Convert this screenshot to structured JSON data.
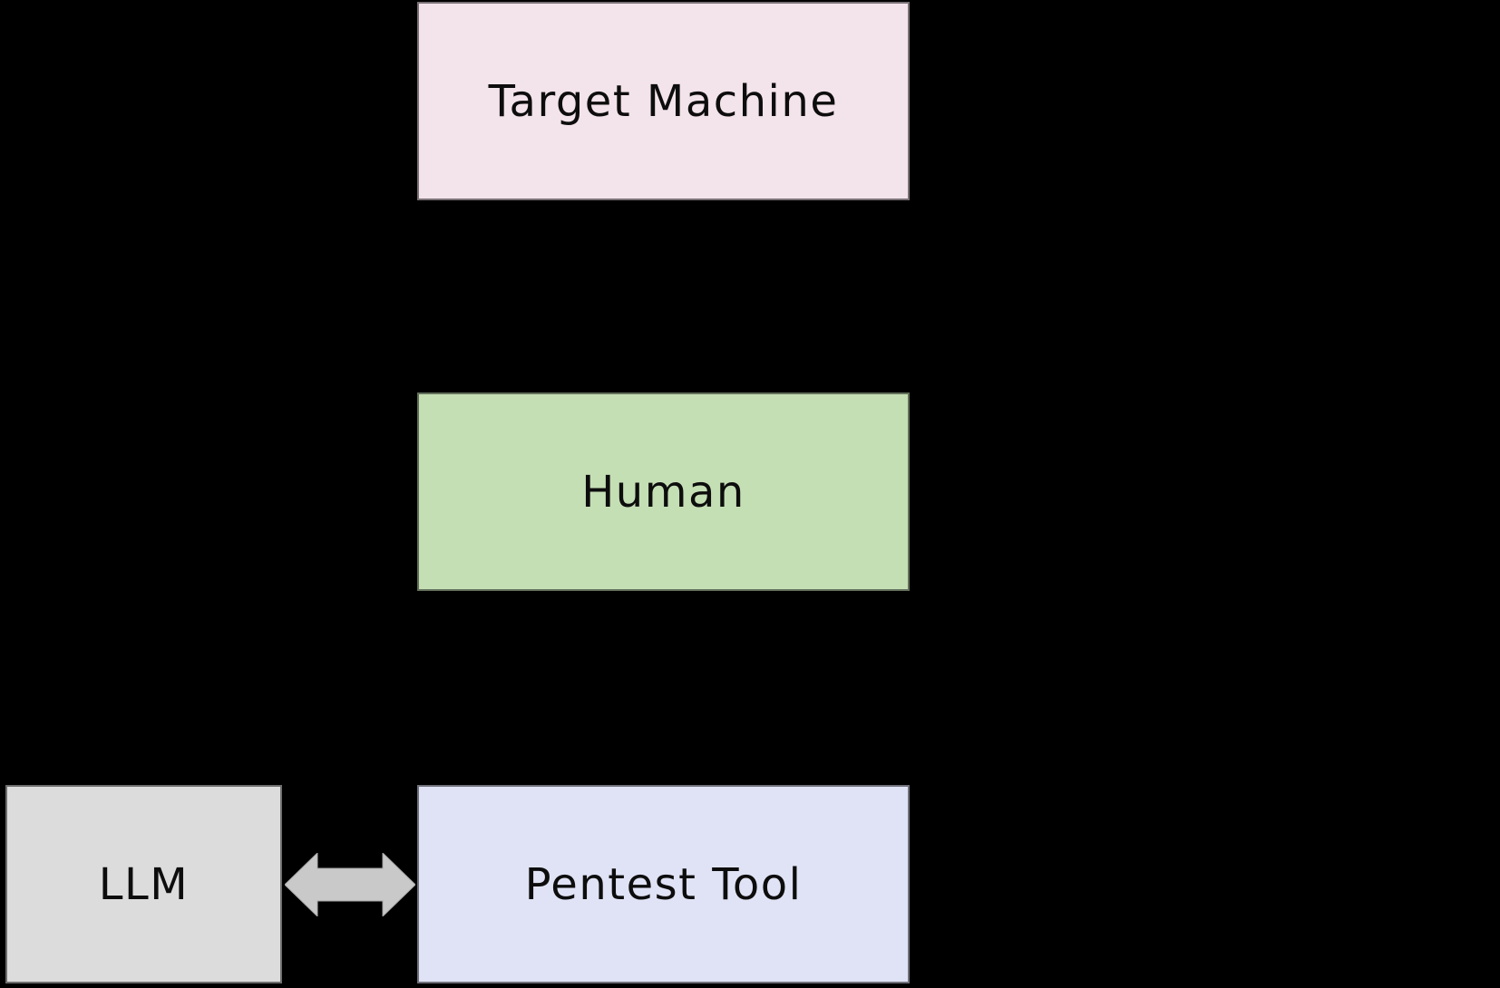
{
  "diagram": {
    "background_color": "#000000",
    "text_color": "#0D0D0D",
    "nodes": {
      "target_machine": {
        "label": "Target Machine",
        "fill": "#F3E3EA"
      },
      "human": {
        "label": "Human",
        "fill": "#C5DFB5"
      },
      "llm": {
        "label": "LLM",
        "fill": "#DCDCDC"
      },
      "pentest_tool": {
        "label": "Pentest Tool",
        "fill": "#E0E3F5"
      }
    },
    "connectors": [
      {
        "between": [
          "LLM",
          "Pentest Tool"
        ],
        "type": "double-headed-arrow",
        "direction": "horizontal-bidirectional",
        "color": "#C9C9C9"
      }
    ]
  }
}
